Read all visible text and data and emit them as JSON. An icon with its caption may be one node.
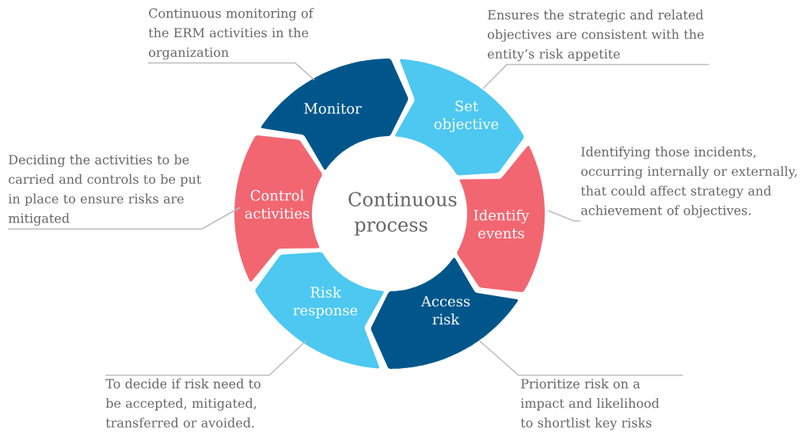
{
  "diagram": {
    "nodes": [
      {
        "text": [
          "Monitor"
        ]
      },
      {
        "text": [
          "Set objective"
        ]
      },
      {
        "text": [
          "Identify events"
        ]
      },
      {
        "text": [
          "Access risk"
        ]
      },
      {
        "text": [
          "Risk response"
        ]
      },
      {
        "text": [
          "Control activities"
        ]
      },
      {
        "text": [
          "Continuous monitoring of the ERM activities in the organization"
        ]
      },
      {
        "text": [
          "Ensures the strategic and related objectives are consistent with the entity’s risk appetite"
        ]
      },
      {
        "text": [
          "Identifying those incidents, occurring internally or externally, that could affect strategy and achievement of objectives."
        ]
      },
      {
        "text": [
          "Deciding the activities to be carried and controls to be put in place to ensure risks are mitigated"
        ]
      },
      {
        "text": [
          "To decide if risk need to be accepted, mitigated, transferred or avoided."
        ]
      },
      {
        "text": [
          "Prioritize risk on a impact and likelihood to shortlist key risks"
        ]
      }
    ],
    "edges": [
      {
        "from": 6,
        "to": 0,
        "arrow": "none"
      },
      {
        "from": 7,
        "to": 1,
        "arrow": "none"
      },
      {
        "from": 8,
        "to": 2,
        "arrow": "none"
      },
      {
        "from": 9,
        "to": 5,
        "arrow": "none"
      },
      {
        "from": 10,
        "to": 4,
        "arrow": "none"
      },
      {
        "from": 11,
        "to": 3,
        "arrow": "none"
      }
    ],
    "labels": [
      "Continuous process"
    ]
  }
}
